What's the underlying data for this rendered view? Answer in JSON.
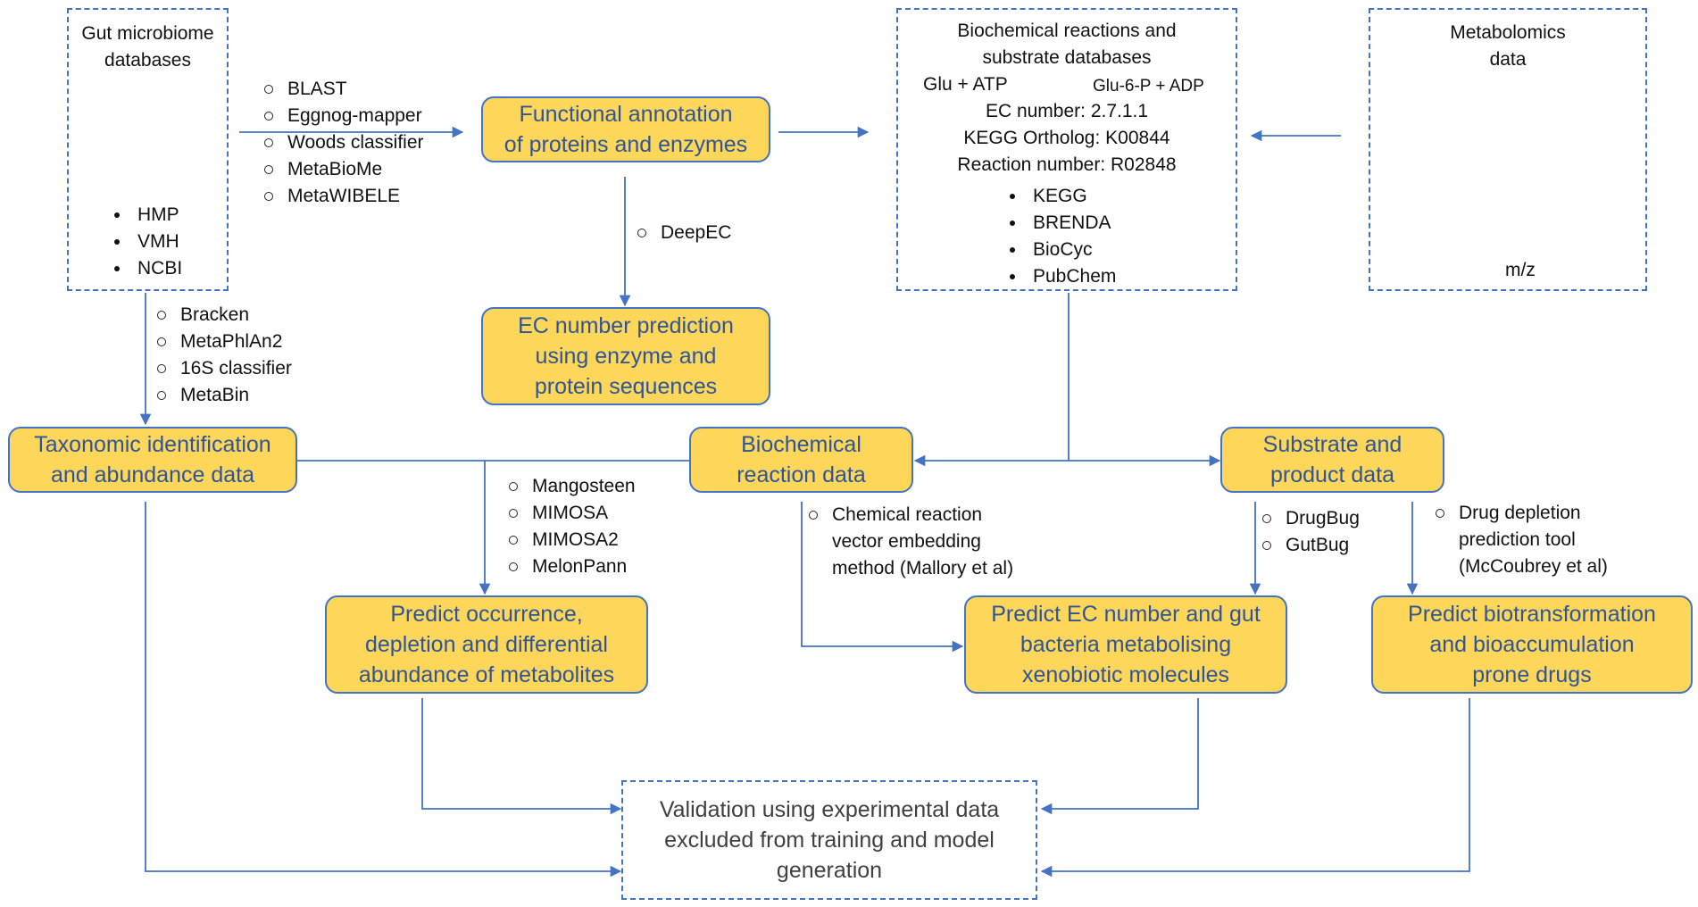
{
  "gut_db": {
    "title_lines": [
      "Gut microbiome",
      "databases"
    ],
    "items": [
      "HMP",
      "VMH",
      "NCBI"
    ]
  },
  "annotation_tools": [
    "BLAST",
    "Eggnog-mapper",
    "Woods classifier",
    "MetaBioMe",
    "MetaWIBELE"
  ],
  "functional_annotation": {
    "lines": [
      "Functional annotation",
      "of proteins and enzymes"
    ]
  },
  "deepec_tool": [
    "DeepEC"
  ],
  "ec_prediction": {
    "lines": [
      "EC number prediction",
      "using enzyme and",
      "protein sequences"
    ]
  },
  "biochem_db": {
    "title_lines": [
      "Biochemical reactions and",
      "substrate databases"
    ],
    "reaction_left": "Glu + ATP",
    "reaction_right": "Glu-6-P + ADP",
    "ec_number": "EC number: 2.7.1.1",
    "kegg_ortholog": "KEGG Ortholog: K00844",
    "reaction_number": "Reaction number: R02848",
    "items": [
      "KEGG",
      "BRENDA",
      "BioCyc",
      "PubChem"
    ]
  },
  "metabolomics": {
    "title_lines": [
      "Metabolomics",
      "data"
    ],
    "axis_label": "m/z"
  },
  "taxonomy_tools": [
    "Bracken",
    "MetaPhlAn2",
    "16S classifier",
    "MetaBin"
  ],
  "taxonomic": {
    "lines": [
      "Taxonomic identification",
      "and abundance data"
    ]
  },
  "biochemical_reaction": {
    "lines": [
      "Biochemical",
      "reaction data"
    ]
  },
  "substrate_product": {
    "lines": [
      "Substrate and",
      "product data"
    ]
  },
  "metabolite_tools": [
    "Mangosteen",
    "MIMOSA",
    "MIMOSA2",
    "MelonPann"
  ],
  "chemical_tool": [
    "Chemical reaction",
    "vector embedding",
    "method (Mallory et al)"
  ],
  "drugbug_tools": [
    "DrugBug",
    "GutBug"
  ],
  "drug_depletion_tool": [
    "Drug depletion",
    "prediction tool",
    "(McCoubrey et al)"
  ],
  "predict_occurrence": {
    "lines": [
      "Predict occurrence,",
      "depletion and differential",
      "abundance of metabolites"
    ]
  },
  "predict_ec": {
    "lines": [
      "Predict EC number and gut",
      "bacteria metabolising",
      "xenobiotic molecules"
    ]
  },
  "predict_biotransformation": {
    "lines": [
      "Predict biotransformation",
      "and bioaccumulation",
      "prone drugs"
    ]
  },
  "validation": {
    "lines": [
      "Validation using experimental data",
      "excluded from training and model",
      "generation"
    ]
  },
  "colors": {
    "box_fill": "#fdd65a",
    "box_text": "#2f5597",
    "line": "#4472c4"
  }
}
